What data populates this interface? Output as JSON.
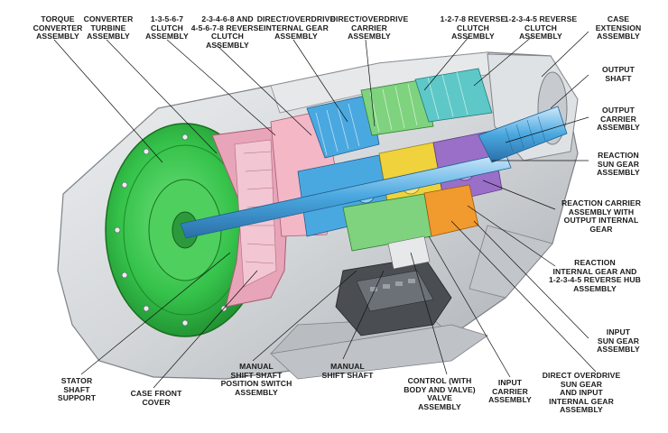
{
  "labels": {
    "torque_converter": "TORQUE\nCONVERTER\nASSEMBLY",
    "converter_turbine": "CONVERTER\nTURBINE\nASSEMBLY",
    "clutch_1357": "1-3-5-6-7\nCLUTCH\nASSEMBLY",
    "clutch_2346": "2-3-4-6-8 AND\n4-5-6-7-8 REVERSE\nCLUTCH\nASSEMBLY",
    "od_internal_gear": "DIRECT/OVERDRIVE\nINTERNAL GEAR\nASSEMBLY",
    "od_carrier": "DIRECT/OVERDRIVE\nCARRIER\nASSEMBLY",
    "reverse_1278": "1-2-7-8 REVERSE\nCLUTCH\nASSEMBLY",
    "reverse_12345": "1-2-3-4-5 REVERSE\nCLUTCH\nASSEMBLY",
    "case_extension": "CASE\nEXTENSION\nASSEMBLY",
    "output_shaft": "OUTPUT\nSHAFT",
    "output_carrier": "OUTPUT\nCARRIER\nASSEMBLY",
    "reaction_sun": "REACTION\nSUN GEAR\nASSEMBLY",
    "reaction_carrier": "REACTION CARRIER\nASSEMBLY WITH\nOUTPUT INTERNAL\nGEAR",
    "reaction_internal": "REACTION\nINTERNAL GEAR AND\n1-2-3-4-5 REVERSE HUB\nASSEMBLY",
    "input_sun": "INPUT\nSUN GEAR\nASSEMBLY",
    "stator_shaft": "STATOR\nSHAFT\nSUPPORT",
    "case_front_cover": "CASE FRONT\nCOVER",
    "manual_position_switch": "MANUAL\nSHIFT SHAFT\nPOSITION SWITCH\nASSEMBLY",
    "manual_shift_shaft": "MANUAL\nSHIFT SHAFT",
    "control_valve": "CONTROL (WITH\nBODY AND VALVE)\nVALVE\nASSEMBLY",
    "input_carrier": "INPUT\nCARRIER\nASSEMBLY",
    "od_sun_input": "DIRECT OVERDRIVE\nSUN GEAR\nAND INPUT\nINTERNAL GEAR\nASSEMBLY"
  },
  "colors": {
    "converter_green": "#35c24a",
    "pink": "#e8a4b8",
    "blue": "#4aa8e0",
    "case_gray": "#d7d9db",
    "yellow": "#f0d23c",
    "orange": "#f19a2e",
    "purple": "#9a6fc8"
  }
}
